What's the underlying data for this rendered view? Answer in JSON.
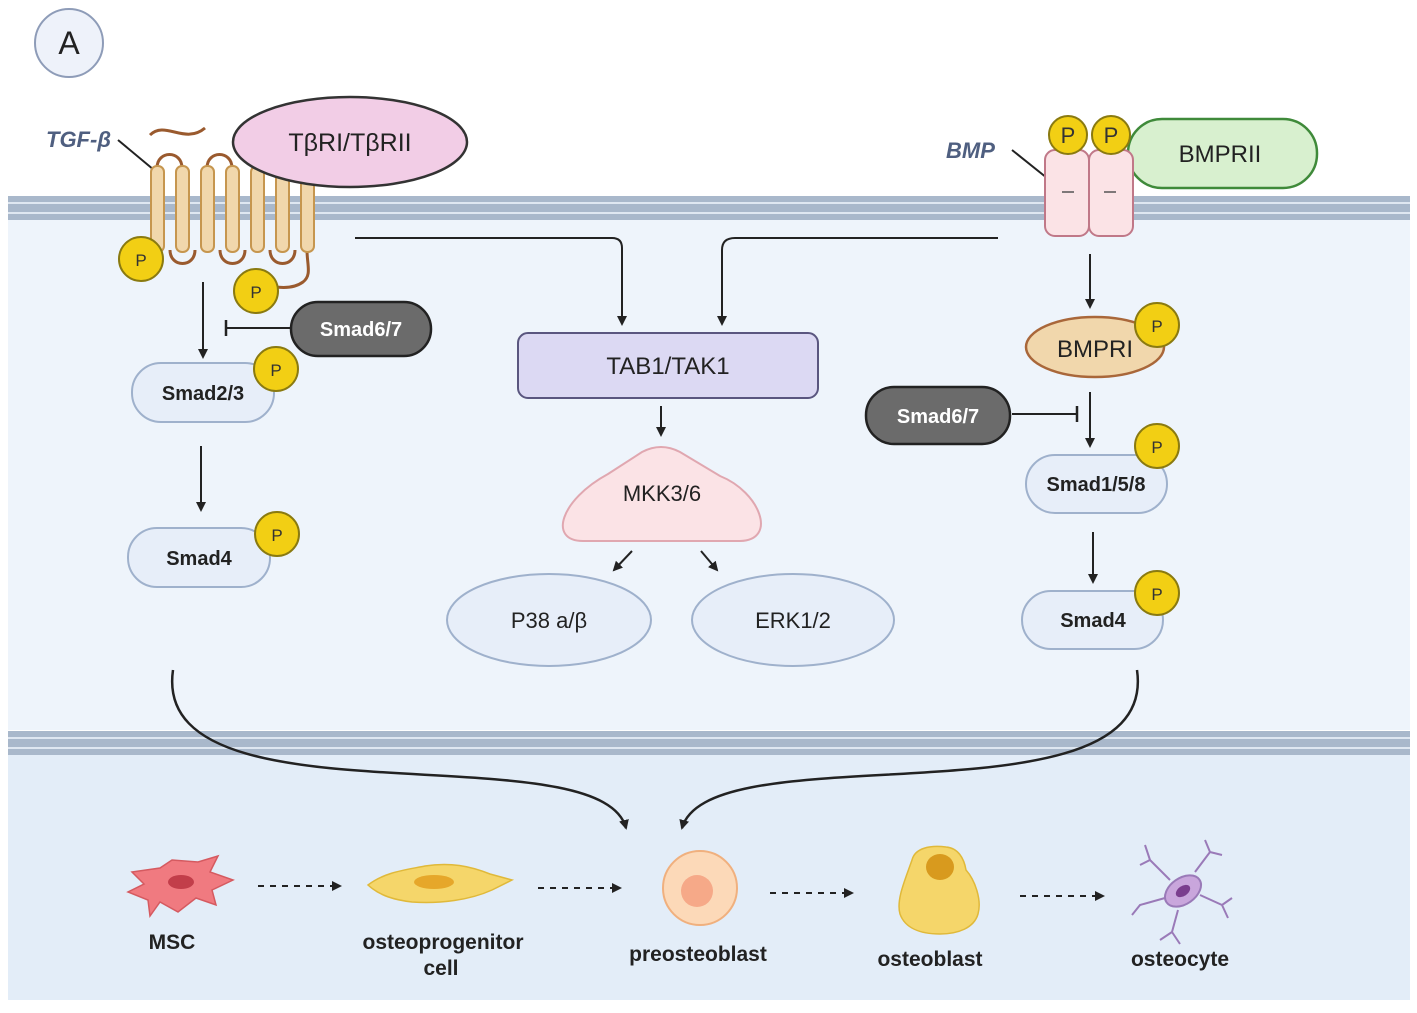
{
  "panel_label": "A",
  "ligands": {
    "tgf": "TGF-β",
    "bmp": "BMP"
  },
  "receptors": {
    "tgf_receptor": "TβRI/TβRII",
    "bmpr2": "BMPRII",
    "bmpr1": "BMPRI"
  },
  "phospho_label": "P",
  "left_pathway": {
    "inhibitor": "Smad6/7",
    "smad23": "Smad2/3",
    "smad4": "Smad4"
  },
  "middle_pathway": {
    "tab_tak": "TAB1/TAK1",
    "mkk": "MKK3/6",
    "p38": "P38 a/β",
    "erk": "ERK1/2"
  },
  "right_pathway": {
    "inhibitor": "Smad6/7",
    "smad158": "Smad1/5/8",
    "smad4": "Smad4"
  },
  "differentiation": [
    {
      "line1": "MSC",
      "line2": ""
    },
    {
      "line1": "osteoprogenitor",
      "line2": "cell"
    },
    {
      "line1": "preosteoblast",
      "line2": ""
    },
    {
      "line1": "osteoblast",
      "line2": ""
    },
    {
      "line1": "osteocyte",
      "line2": ""
    }
  ],
  "colors": {
    "cytoplasm": "#eef4fb",
    "nucleus": "#e3edf8",
    "membrane": "#a9b8cb",
    "receptor_tgf": "#f2cde6",
    "receptor_bmp2": "#d8f0cf",
    "phospho": "#f2cf14",
    "inhibitor": "#6b6b6b",
    "tab_tak": "#dcd9f3",
    "mkk": "#fbe3e6",
    "node": "#e7eef9",
    "ligand_text": "#4f5f80"
  }
}
